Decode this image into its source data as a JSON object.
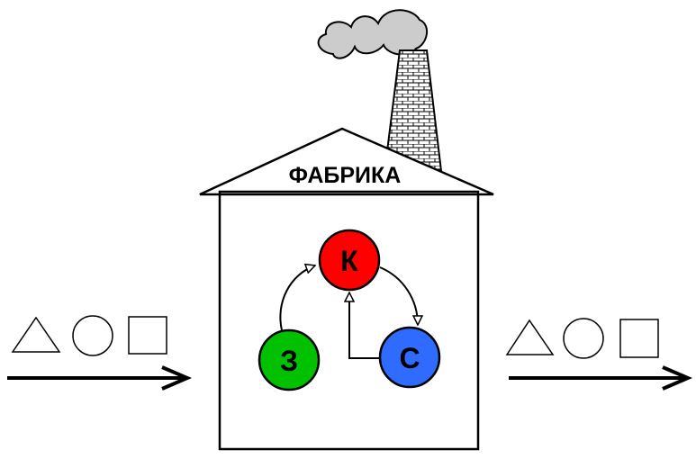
{
  "factory": {
    "title": "ФАБРИКА"
  },
  "nodes": {
    "k": {
      "label": "К",
      "color": "#ff0000"
    },
    "z": {
      "label": "З",
      "color": "#00c000"
    },
    "c": {
      "label": "С",
      "color": "#2f6bff"
    }
  },
  "colors": {
    "smoke": "#cccccc",
    "outline": "#000000",
    "background": "#ffffff"
  },
  "icons": {
    "input_shapes": [
      "triangle-icon",
      "circle-icon",
      "square-icon"
    ],
    "output_shapes": [
      "triangle-icon",
      "circle-icon",
      "square-icon"
    ]
  }
}
